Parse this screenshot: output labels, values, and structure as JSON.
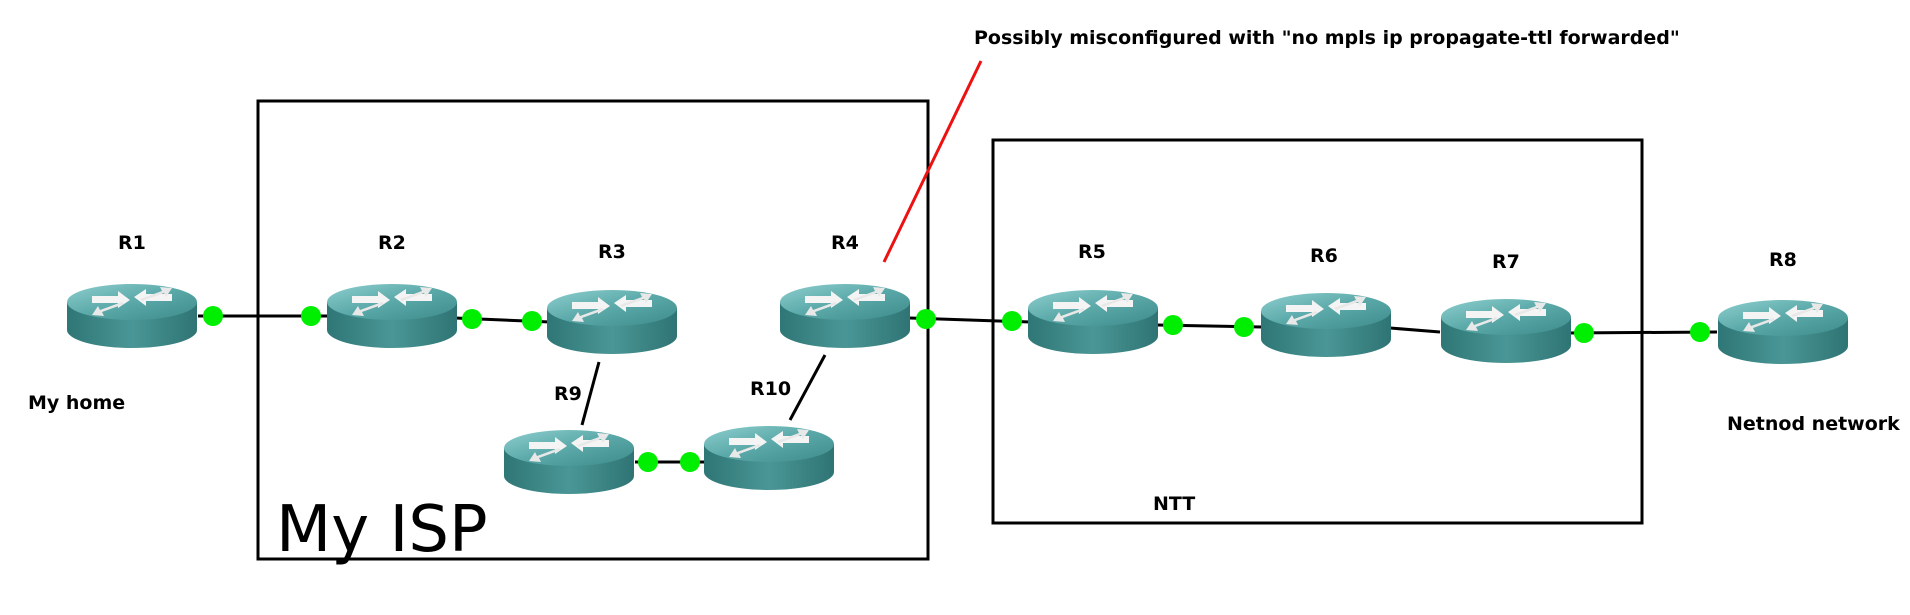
{
  "annotation": "Possibly misconfigured with \"no mpls ip propagate-ttl forwarded\"",
  "colors": {
    "router_body": "#3e8b8b",
    "router_top": "#5aa8a8",
    "port": "#00ee00",
    "annotation_line": "#ee0000",
    "link": "#000000"
  },
  "groups": {
    "isp": "My ISP",
    "ntt": "NTT"
  },
  "site_labels": {
    "home": "My home",
    "netnod": "Netnod network"
  },
  "routers": [
    {
      "id": "r1",
      "label": "R1",
      "icon": "router-icon"
    },
    {
      "id": "r2",
      "label": "R2",
      "icon": "router-icon"
    },
    {
      "id": "r3",
      "label": "R3",
      "icon": "router-icon"
    },
    {
      "id": "r4",
      "label": "R4",
      "icon": "router-icon"
    },
    {
      "id": "r5",
      "label": "R5",
      "icon": "router-icon"
    },
    {
      "id": "r6",
      "label": "R6",
      "icon": "router-icon"
    },
    {
      "id": "r7",
      "label": "R7",
      "icon": "router-icon"
    },
    {
      "id": "r8",
      "label": "R8",
      "icon": "router-icon"
    },
    {
      "id": "r9",
      "label": "R9",
      "icon": "router-icon"
    },
    {
      "id": "r10",
      "label": "R10",
      "icon": "router-icon"
    }
  ],
  "links": [
    {
      "from": "r1",
      "to": "r2"
    },
    {
      "from": "r2",
      "to": "r3"
    },
    {
      "from": "r3",
      "to": "r9"
    },
    {
      "from": "r9",
      "to": "r10"
    },
    {
      "from": "r10",
      "to": "r4"
    },
    {
      "from": "r4",
      "to": "r5"
    },
    {
      "from": "r5",
      "to": "r6"
    },
    {
      "from": "r6",
      "to": "r7"
    },
    {
      "from": "r7",
      "to": "r8"
    }
  ]
}
